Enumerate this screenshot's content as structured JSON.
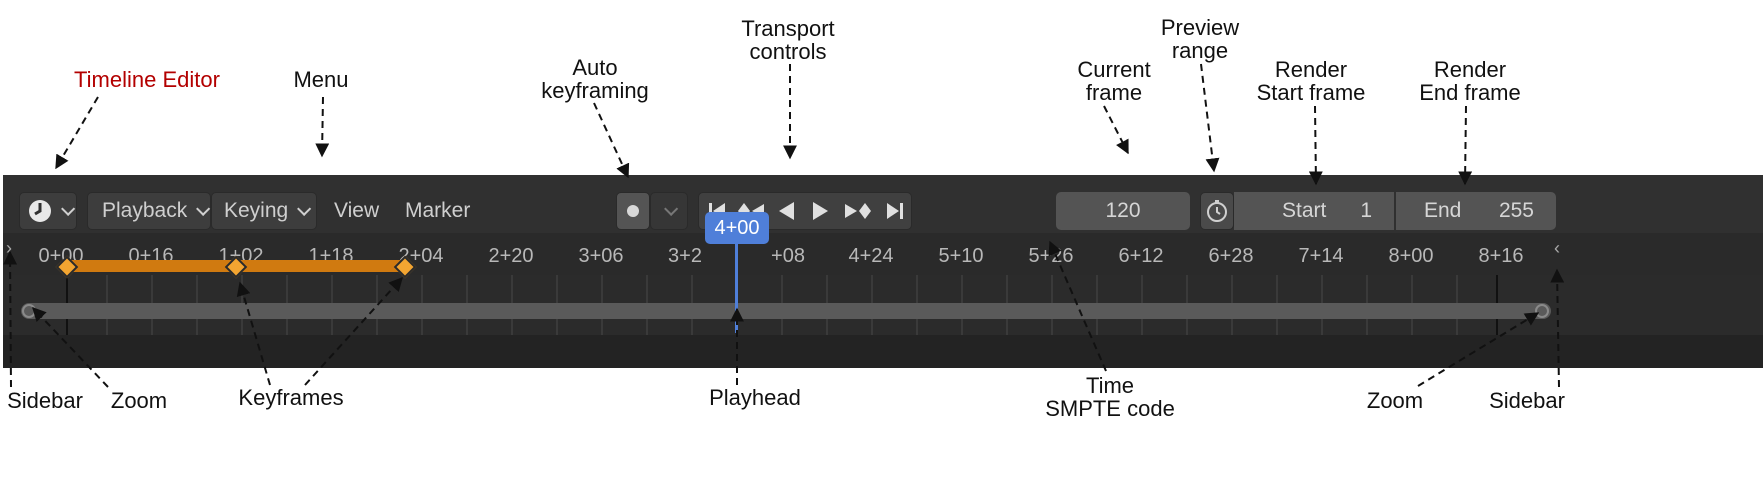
{
  "annotations": {
    "timeline_editor": "Timeline Editor",
    "menu": "Menu",
    "auto_keyframing": [
      "Auto",
      "keyframing"
    ],
    "transport_controls": [
      "Transport",
      "controls"
    ],
    "current_frame": [
      "Current",
      "frame"
    ],
    "preview_range": [
      "Preview",
      "range"
    ],
    "render_start": [
      "Render",
      "Start frame"
    ],
    "render_end": [
      "Render",
      "End frame"
    ],
    "sidebar_left": "Sidebar",
    "zoom_left": "Zoom",
    "keyframes": "Keyframes",
    "playhead": "Playhead",
    "time_smpte": [
      "Time",
      "SMPTE code"
    ],
    "zoom_right": "Zoom",
    "sidebar_right": "Sidebar"
  },
  "menus": {
    "playback": "Playback",
    "keying": "Keying",
    "view": "View",
    "marker": "Marker"
  },
  "fields": {
    "current_frame": "120",
    "start_label": "Start",
    "start_value": "1",
    "end_label": "End",
    "end_value": "255"
  },
  "ruler": {
    "ticks": [
      "0+00",
      "0+16",
      "1+02",
      "1+18",
      "2+04",
      "2+20",
      "3+06",
      "3+2",
      "+08",
      "4+24",
      "5+10",
      "5+26",
      "6+12",
      "6+28",
      "7+14",
      "8+00",
      "8+16"
    ],
    "playhead": "4+00"
  },
  "colors": {
    "accent_red": "#b30000",
    "playhead_blue": "#4f7fd9",
    "keyframe_orange": "#f3a531"
  },
  "icons": [
    "clock-icon",
    "chevron-down-icon",
    "record-icon",
    "jump-start-icon",
    "prev-keyframe-icon",
    "play-reverse-icon",
    "play-icon",
    "next-keyframe-icon",
    "jump-end-icon",
    "stopwatch-icon"
  ]
}
